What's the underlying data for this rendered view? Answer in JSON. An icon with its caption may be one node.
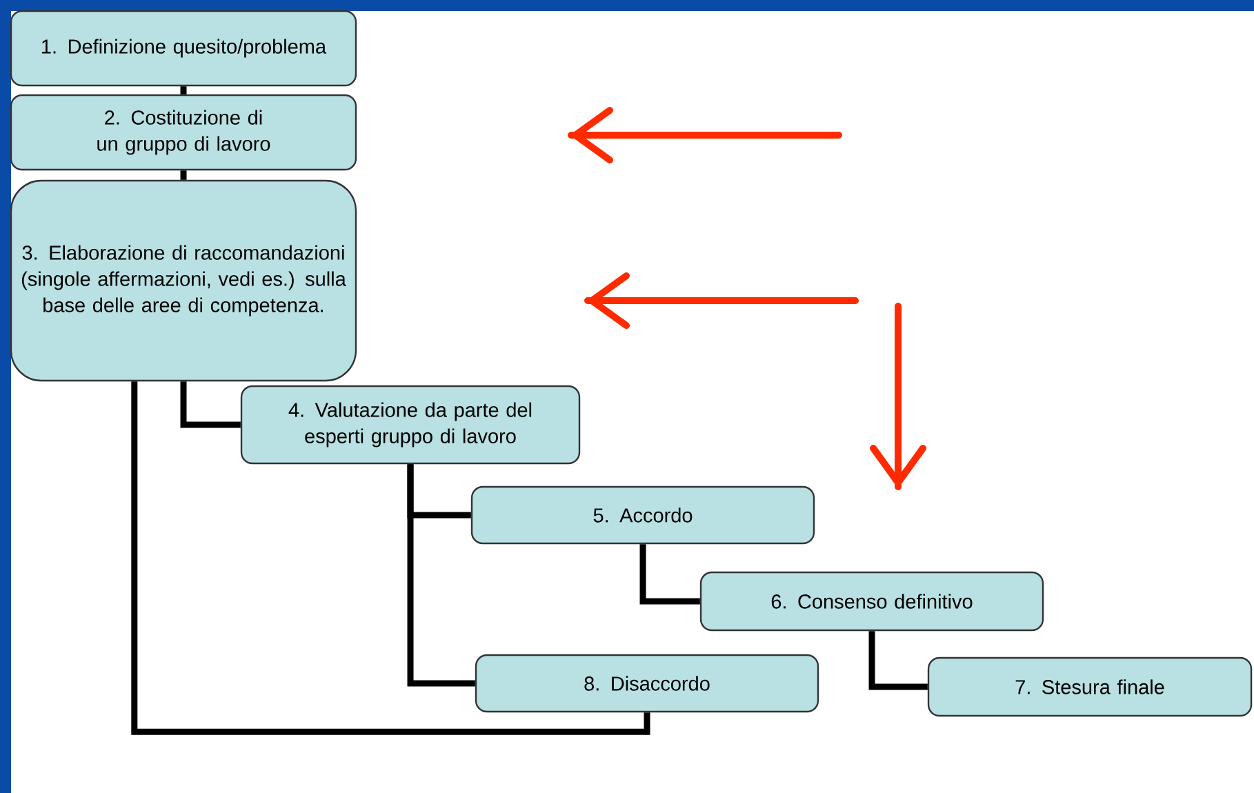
{
  "diagram": {
    "nodes": [
      {
        "text": [
          "1. Definizione quesito/problema"
        ]
      },
      {
        "text": [
          "2. Costituzione di un gruppo di lavoro"
        ]
      },
      {
        "text": [
          "3. Elaborazione di raccomandazioni (singole affermazioni, vedi es.) sulla base delle aree di competenza."
        ]
      },
      {
        "text": [
          "4. Valutazione da parte del esperti gruppo di lavoro"
        ]
      },
      {
        "text": [
          "5. Accordo"
        ]
      },
      {
        "text": [
          "6. Consenso definitivo"
        ]
      },
      {
        "text": [
          "7. Stesura finale"
        ]
      },
      {
        "text": [
          "8. Disaccordo"
        ]
      }
    ],
    "edges": [
      {
        "from": 0,
        "to": 1,
        "arrow": "none"
      },
      {
        "from": 1,
        "to": 2,
        "arrow": "none"
      },
      {
        "from": 2,
        "to": 3,
        "arrow": "none"
      },
      {
        "from": 3,
        "to": 4,
        "arrow": "none"
      },
      {
        "from": 3,
        "to": 7,
        "arrow": "none"
      },
      {
        "from": 4,
        "to": 5,
        "arrow": "none"
      },
      {
        "from": 5,
        "to": 6,
        "arrow": "none"
      },
      {
        "from": 2,
        "to": 7,
        "arrow": "none"
      }
    ]
  }
}
